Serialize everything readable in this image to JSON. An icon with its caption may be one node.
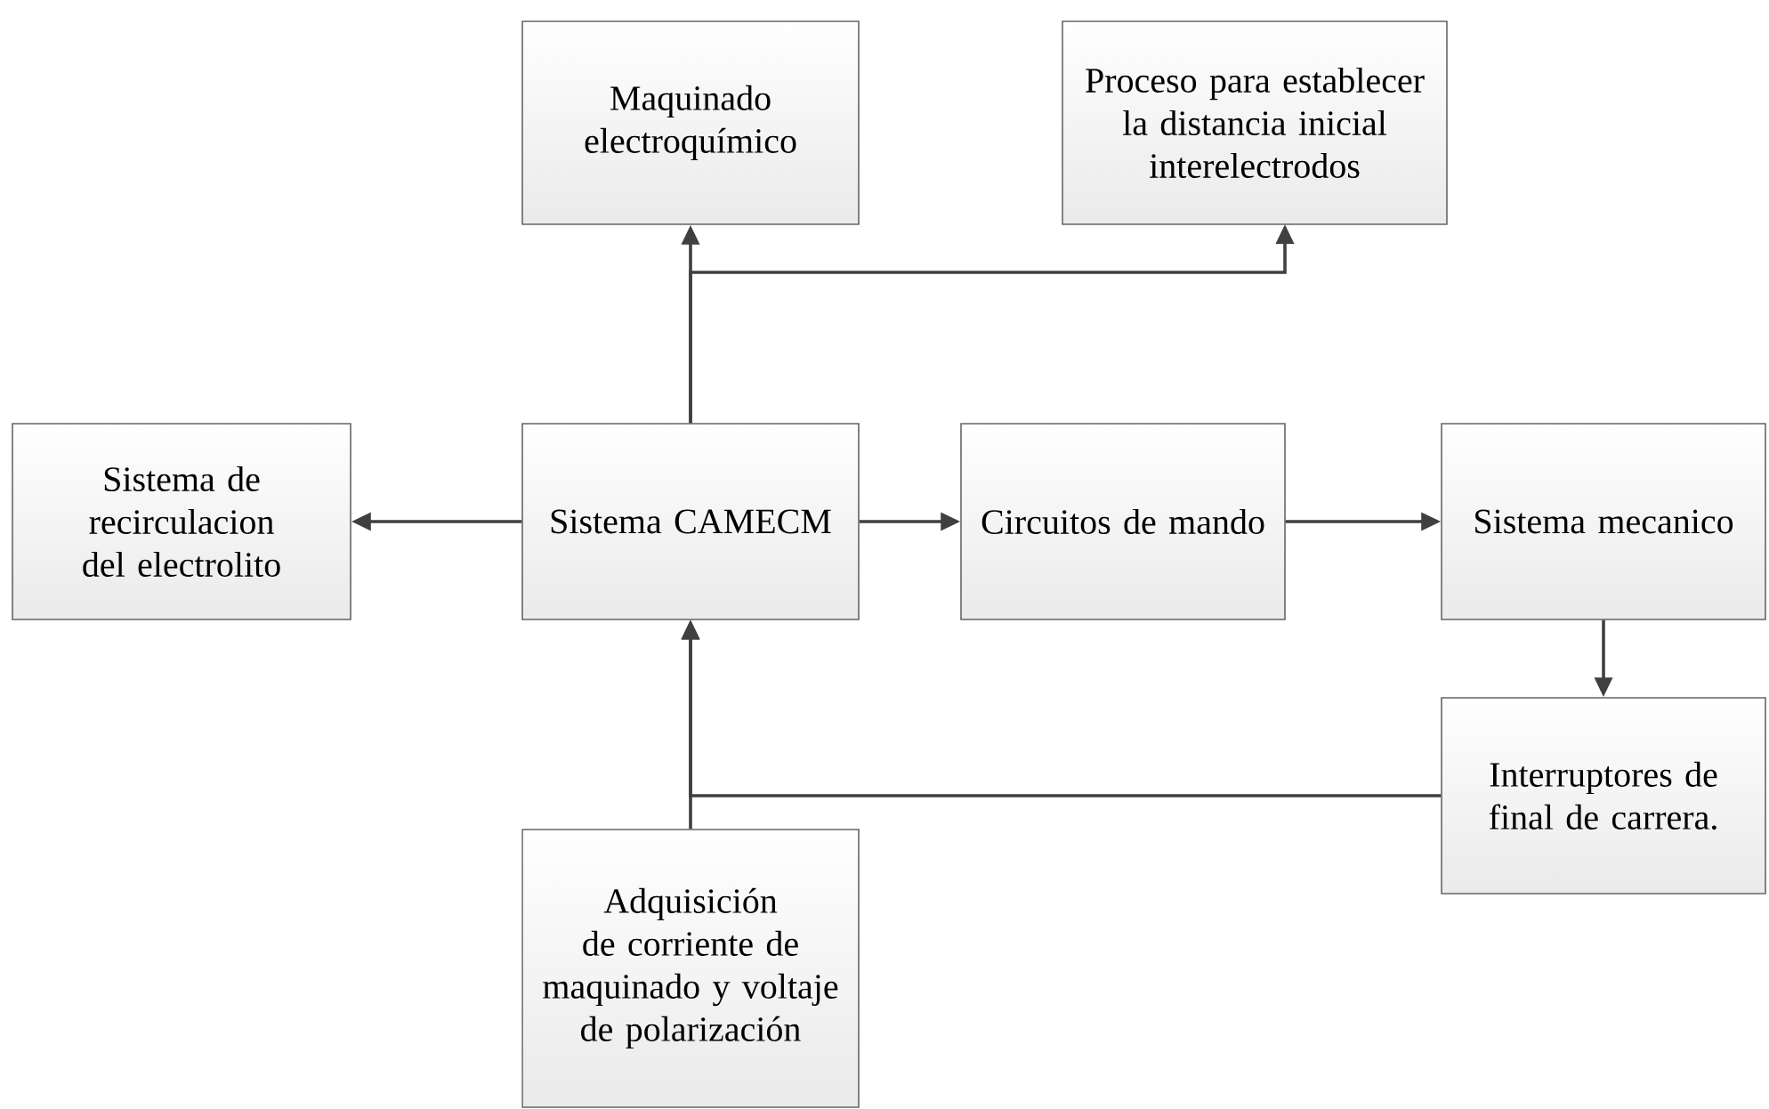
{
  "diagram": {
    "nodes": [
      {
        "text": [
          "Maquinado electroquímico"
        ]
      },
      {
        "text": [
          "Proceso para establecer la distancia inicial interelectrodos"
        ]
      },
      {
        "text": [
          "Sistema de recirculacion del electrolito"
        ]
      },
      {
        "text": [
          "Sistema CAMECM"
        ]
      },
      {
        "text": [
          "Circuitos de mando"
        ]
      },
      {
        "text": [
          "Sistema mecanico"
        ]
      },
      {
        "text": [
          "Interruptores de final de carrera."
        ]
      },
      {
        "text": [
          "Adquisición de corriente de maquinado y voltaje de polarización"
        ]
      }
    ],
    "edges": [
      {
        "from": 3,
        "to": 0,
        "arrow": "to"
      },
      {
        "from": 3,
        "to": 1,
        "arrow": "to"
      },
      {
        "from": 3,
        "to": 2,
        "arrow": "to"
      },
      {
        "from": 3,
        "to": 4,
        "arrow": "to"
      },
      {
        "from": 4,
        "to": 5,
        "arrow": "to"
      },
      {
        "from": 5,
        "to": 6,
        "arrow": "to"
      },
      {
        "from": 6,
        "to": 3,
        "arrow": "to"
      },
      {
        "from": 7,
        "to": 3,
        "arrow": "to"
      }
    ]
  }
}
